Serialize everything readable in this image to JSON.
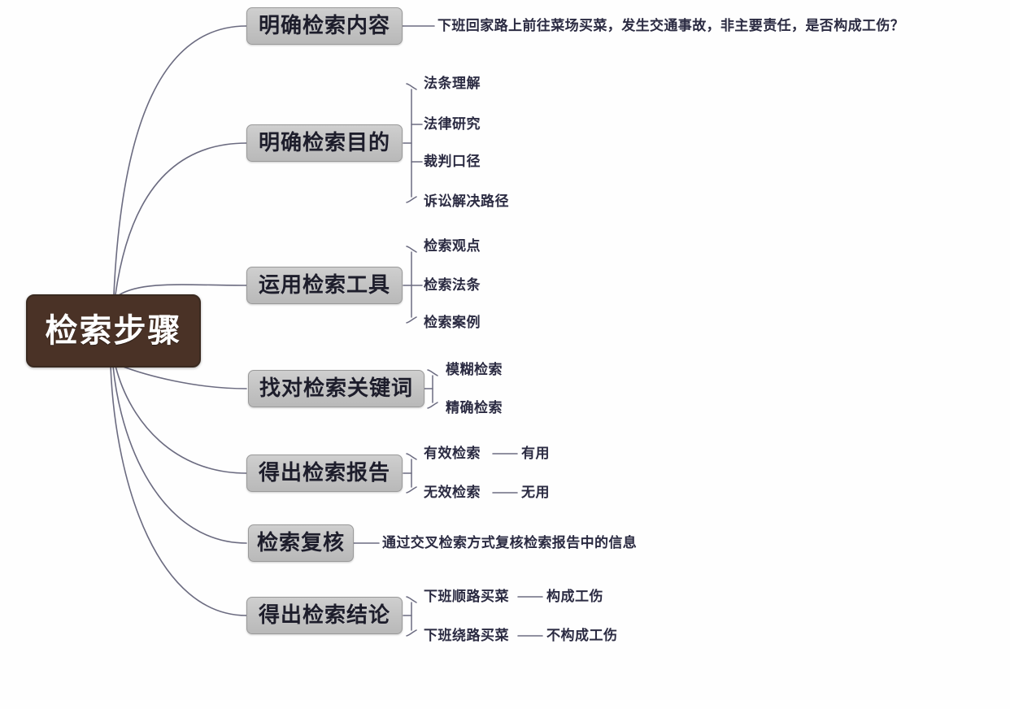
{
  "diagram": {
    "type": "mindmap",
    "title": "检索步骤",
    "root": {
      "label": "检索步骤",
      "bg_color": "#4a3226",
      "text_color": "#ffffff"
    },
    "branch_style": {
      "bg_color": "#c2c2c2",
      "border_color": "#9a9a9a",
      "text_color": "#1d1d2b"
    },
    "edge_color": "#6b6b80",
    "branches": [
      {
        "label": "明确检索内容",
        "children": [
          {
            "label": "下班回家路上前往菜场买菜，发生交通事故，非主要责任，是否构成工伤？",
            "children": []
          }
        ]
      },
      {
        "label": "明确检索目的",
        "children": [
          {
            "label": "法条理解",
            "children": []
          },
          {
            "label": "法律研究",
            "children": []
          },
          {
            "label": "裁判口径",
            "children": []
          },
          {
            "label": "诉讼解决路径",
            "children": []
          }
        ]
      },
      {
        "label": "运用检索工具",
        "children": [
          {
            "label": "检索观点",
            "children": []
          },
          {
            "label": "检索法条",
            "children": []
          },
          {
            "label": "检索案例",
            "children": []
          }
        ]
      },
      {
        "label": "找对检索关键词",
        "children": [
          {
            "label": "模糊检索",
            "children": []
          },
          {
            "label": "精确检索",
            "children": []
          }
        ]
      },
      {
        "label": "得出检索报告",
        "children": [
          {
            "label": "有效检索",
            "children": [
              {
                "label": "有用"
              }
            ]
          },
          {
            "label": "无效检索",
            "children": [
              {
                "label": "无用"
              }
            ]
          }
        ]
      },
      {
        "label": "检索复核",
        "children": [
          {
            "label": "通过交叉检索方式复核检索报告中的信息",
            "children": []
          }
        ]
      },
      {
        "label": "得出检索结论",
        "children": [
          {
            "label": "下班顺路买菜",
            "children": [
              {
                "label": "构成工伤"
              }
            ]
          },
          {
            "label": "下班绕路买菜",
            "children": [
              {
                "label": "不构成工伤"
              }
            ]
          }
        ]
      }
    ]
  }
}
